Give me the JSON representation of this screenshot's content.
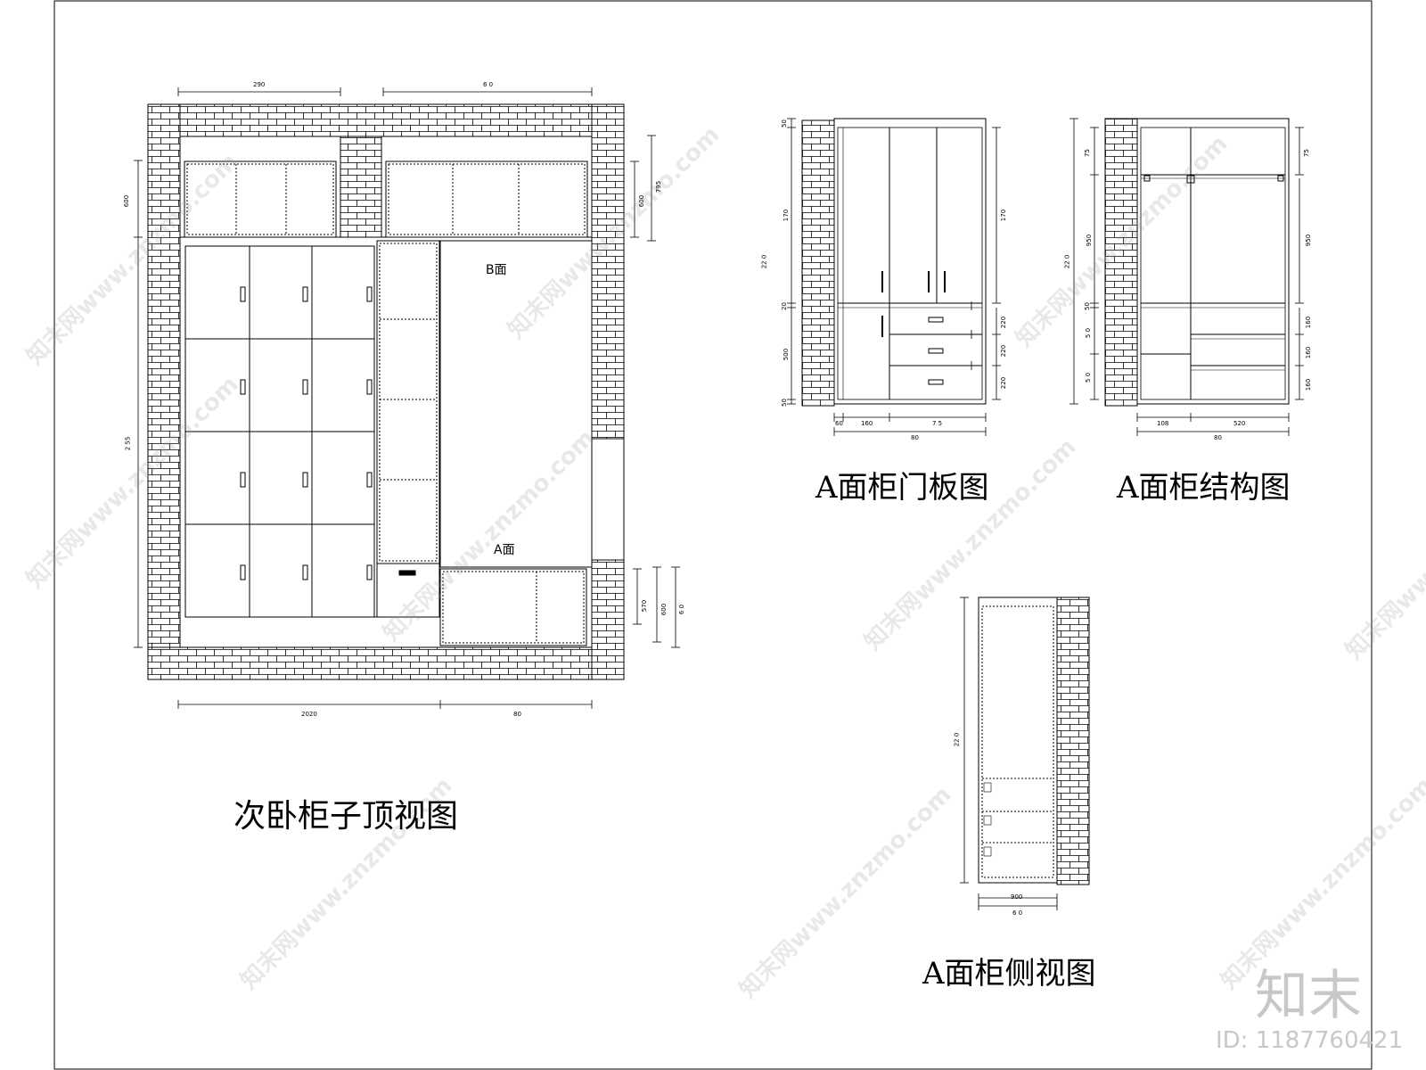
{
  "titles": {
    "top_view": "次卧柜子顶视图",
    "a_door": "A面柜门板图",
    "a_structure": "A面柜结构图",
    "a_side": "A面柜侧视图"
  },
  "labels": {
    "b_face": "B面",
    "a_face": "A面"
  },
  "dims": {
    "top_view": {
      "top_left": "290",
      "top_right": "6 0",
      "left_upper": "600",
      "left_lower": "2 55",
      "right_upper_a": "600",
      "right_upper_b": "795",
      "right_lower_a": "570",
      "right_lower_b": "600",
      "right_lower_c": "6 0",
      "bottom_left": "2020",
      "bottom_right": "80"
    },
    "a_door": {
      "left_top": "50",
      "left_upper": "170",
      "left_total": "22 0",
      "left_mid": "20",
      "left_lower": "500",
      "left_bottom": "50",
      "right_upper": "170",
      "drawer_1": "220",
      "drawer_2": "220",
      "drawer_3": "220",
      "bottom_a": "60",
      "bottom_b": "160",
      "bottom_c": "7 5",
      "bottom_total": "80"
    },
    "a_structure": {
      "left_top": "75",
      "left_total": "22 0",
      "left_upper": "950",
      "left_mid": "50",
      "left_lower_1": "5 0",
      "left_lower_2": "5 0",
      "right_top": "75",
      "right_upper": "950",
      "right_1": "160",
      "right_2": "160",
      "right_3": "160",
      "bottom_a": "108",
      "bottom_b": "520",
      "bottom_total": "80"
    },
    "a_side": {
      "left_total": "22 0",
      "bottom_a": "900",
      "bottom_b": "6 0"
    }
  },
  "watermark": {
    "text": "知末网www.znzmo.com",
    "logo": "知末",
    "id": "ID: 1187760421"
  }
}
